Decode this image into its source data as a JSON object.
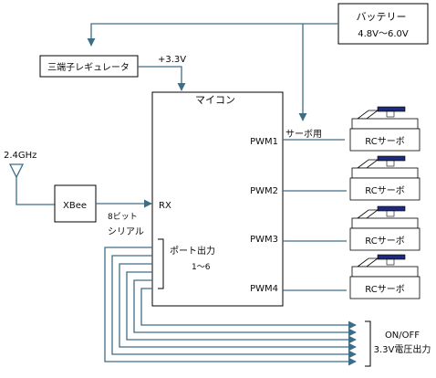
{
  "battery": {
    "title": "バッテリー",
    "voltage": "4.8V〜6.0V"
  },
  "regulator": {
    "label": "三端子レギュレータ",
    "output": "+3.3V"
  },
  "mcu": {
    "label": "マイコン",
    "rx": "RX",
    "pwm": [
      "PWM1",
      "PWM2",
      "PWM3",
      "PWM4"
    ],
    "port_out_line1": "ポート出力",
    "port_out_line2": "1〜6"
  },
  "servo_supply_label": "サーボ用",
  "servo_label": "RCサーボ",
  "antenna": {
    "freq": "2.4GHz"
  },
  "xbee": {
    "label": "XBee"
  },
  "serial": {
    "line1": "8ビット",
    "line2": "シリアル"
  },
  "outputs": {
    "line1": "ON/OFF",
    "line2": "3.3V電圧出力"
  },
  "colors": {
    "wire": "#3f6d88",
    "servo_horn": "#1e2a7a",
    "box_border": "#000000"
  }
}
